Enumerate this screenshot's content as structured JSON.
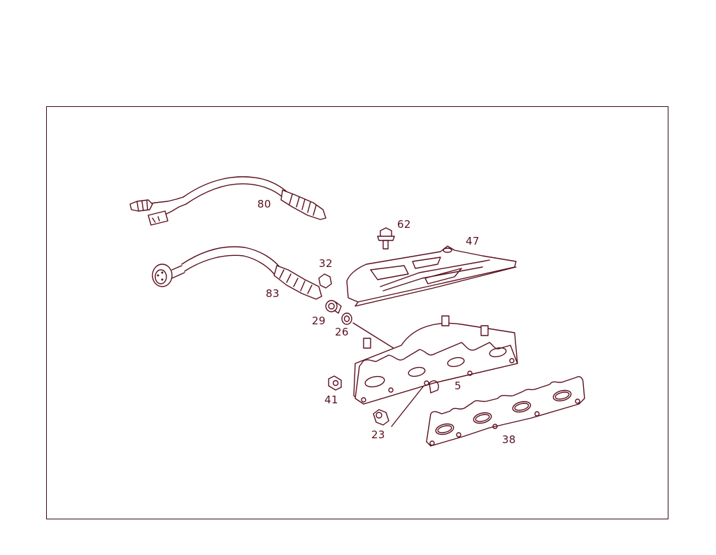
{
  "diagram": {
    "type": "exploded parts diagram",
    "subject": "Exhaust manifold assembly with oxygen sensors",
    "line_color": "#5a0f1e",
    "parts": [
      {
        "id": "80",
        "label": "80",
        "description": "Oxygen sensor with flat 4-pin connector and round plug"
      },
      {
        "id": "83",
        "label": "83",
        "description": "Oxygen sensor with round connector"
      },
      {
        "id": "62",
        "label": "62",
        "description": "Flange bolt"
      },
      {
        "id": "47",
        "label": "47",
        "description": "Heat shield"
      },
      {
        "id": "32",
        "label": "32",
        "description": "Plug / cap"
      },
      {
        "id": "29",
        "label": "29",
        "description": "Threaded fitting"
      },
      {
        "id": "26",
        "label": "26",
        "description": "Sealing ring"
      },
      {
        "id": "5",
        "label": "5",
        "description": "Exhaust manifold"
      },
      {
        "id": "41",
        "label": "41",
        "description": "Nut"
      },
      {
        "id": "23",
        "label": "23",
        "description": "Stud / nut"
      },
      {
        "id": "38",
        "label": "38",
        "description": "Manifold gasket"
      }
    ]
  }
}
